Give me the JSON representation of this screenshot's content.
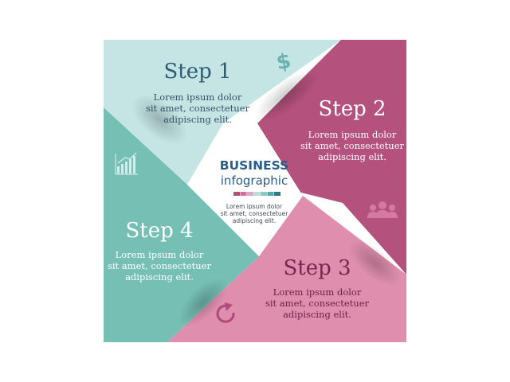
{
  "center": {
    "title": "BUSINESS",
    "subtitle": "infographic",
    "body": [
      "Lorem ipsum dolor",
      "sit amet, consectetuer",
      "adipiscing elit."
    ],
    "swatches": [
      "#b0517a",
      "#cd6f98",
      "#dba7bf",
      "#b7dcdc",
      "#8ec7c2",
      "#5aa8a6",
      "#2e7c86"
    ]
  },
  "steps": [
    {
      "title": "Step 1",
      "body": [
        "Lorem ipsum dolor",
        "sit amet, consectetuer",
        "adipiscing elit."
      ],
      "color": "#c5e5e5",
      "text_color": "#2c5d75",
      "body_color": "#2f5168",
      "icon": "dollar-icon",
      "icon_color": "#6bb3b0"
    },
    {
      "title": "Step 2",
      "body": [
        "Lorem ipsum dolor",
        "sit amet, consectetuer",
        "adipiscing elit."
      ],
      "color": "#b4517d",
      "text_color": "#ffffff",
      "body_color": "#ffffff",
      "icon": "people-icon",
      "icon_color": "#d47aa2"
    },
    {
      "title": "Step 3",
      "body": [
        "Lorem ipsum dolor",
        "sit amet, consectetuer",
        "adipiscing elit."
      ],
      "color": "#df8eae",
      "text_color": "#7a2450",
      "body_color": "#6b2347",
      "icon": "refresh-icon",
      "icon_color": "#b14c7a"
    },
    {
      "title": "Step 4",
      "body": [
        "Lorem ipsum dolor",
        "sit amet, consectetuer",
        "adipiscing elit."
      ],
      "color": "#76bfb5",
      "text_color": "#ffffff",
      "body_color": "#ffffff",
      "icon": "bar-chart-icon",
      "icon_color": "#d4ecea"
    }
  ],
  "center_color": "#ffffff",
  "title_color": "#2c5d8a",
  "center_body_color": "#3a4a55"
}
